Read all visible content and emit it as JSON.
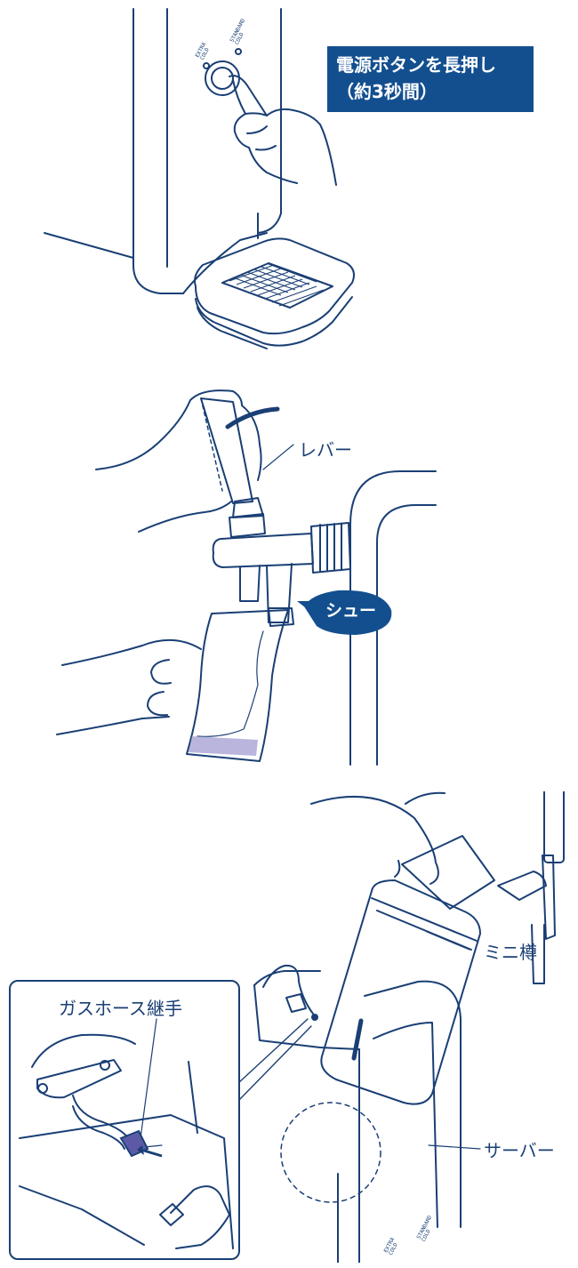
{
  "step1": {
    "callout_line1": "電源ボタンを長押し",
    "callout_line2": "（約3秒間）",
    "panel_label_left_1": "EXTRA",
    "panel_label_left_2": "COLD",
    "panel_label_right_1": "STANDARD",
    "panel_label_right_2": "COLD"
  },
  "step2": {
    "lever_label": "レバー",
    "sound_label": "シュー"
  },
  "step3": {
    "mini_keg_label": "ミニ樽",
    "server_label": "サーバー",
    "inset_title": "ガスホース継手",
    "panel_label_left_1": "EXTRA",
    "panel_label_left_2": "COLD",
    "panel_label_right_1": "STANDARD",
    "panel_label_right_2": "COLD"
  },
  "colors": {
    "line": "#1a3f75",
    "callout_bg": "#134f8f",
    "callout_text": "#ffffff",
    "beer_fill": "#b9b5dc",
    "connector_fill": "#5c5aa6"
  }
}
